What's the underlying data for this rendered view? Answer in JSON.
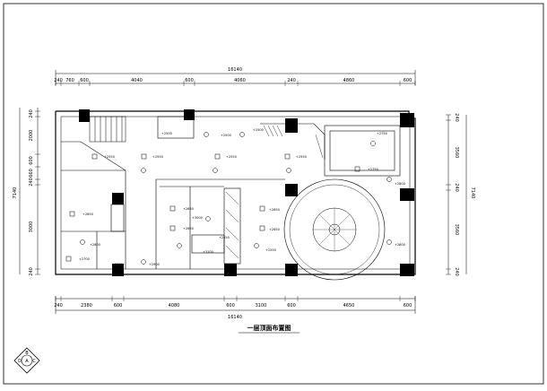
{
  "drawing": {
    "title": "一层顶面布置图",
    "overall_width_top": "16140",
    "overall_width_bottom": "16140",
    "overall_height_left": "7140",
    "overall_height_right": "7140"
  },
  "dims_top": [
    "240",
    "760",
    "600",
    "4040",
    "600",
    "4060",
    "240",
    "4860",
    "600"
  ],
  "dims_bottom": [
    "240",
    "2380",
    "600",
    "4080",
    "600",
    "3100",
    "600",
    "4650",
    "600"
  ],
  "dims_left": [
    "240",
    "2000",
    "600",
    "660",
    "240",
    "3000",
    "240"
  ],
  "dims_right": [
    "240",
    "3560",
    "240",
    "3560",
    "240"
  ],
  "fixture_labels": [
    "+2550",
    "+2550",
    "+2550",
    "+2550",
    "+2500",
    "+2500",
    "+2500",
    "+2650",
    "+2650",
    "+2650",
    "+2650",
    "+2650",
    "+2700",
    "+2700",
    "+2750",
    "+2750",
    "+2800",
    "+2800",
    "+2800",
    "+2900",
    "+3000",
    "+3100",
    "+2550",
    "+2550"
  ],
  "direction_badge": {
    "top": "B",
    "left": "D",
    "center": "A",
    "right": "C"
  }
}
